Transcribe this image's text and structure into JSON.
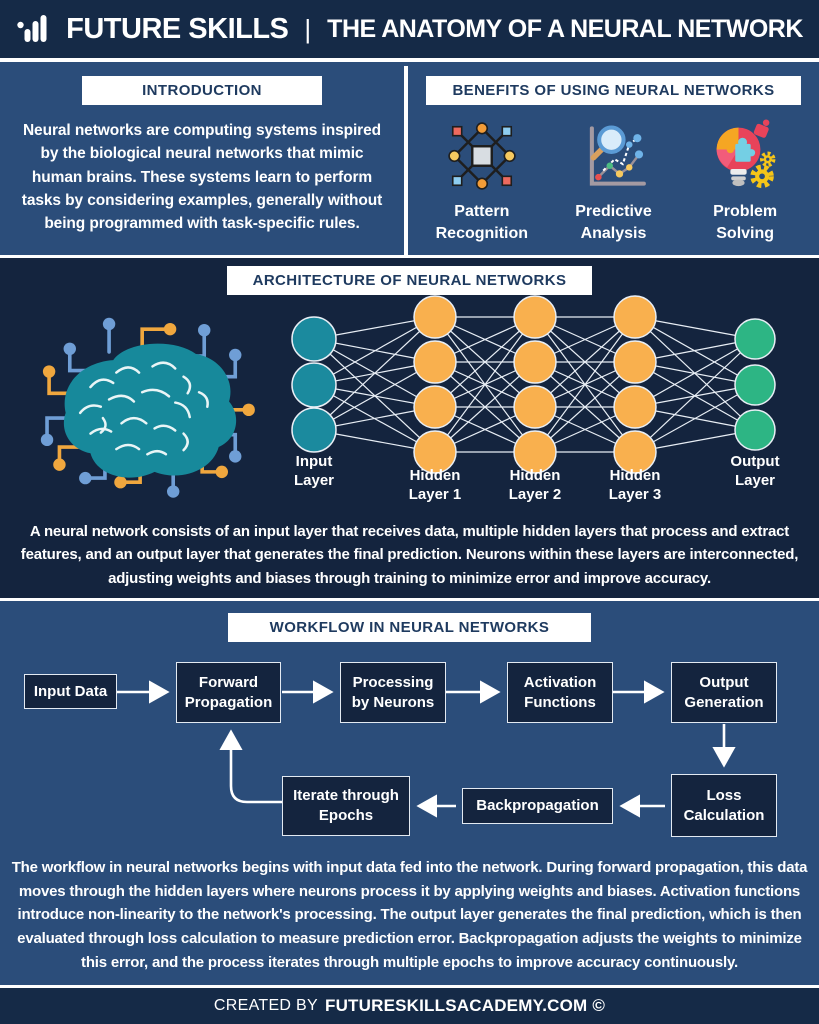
{
  "header": {
    "brand": "FUTURE SKILLS",
    "separator": "|",
    "title": "THE ANATOMY OF A NEURAL NETWORK"
  },
  "intro": {
    "title": "INTRODUCTION",
    "body": "Neural networks are computing systems inspired by the biological neural networks that mimic human brains. These systems learn to perform tasks by considering examples, generally without being programmed with task-specific rules."
  },
  "benefits": {
    "title": "BENEFITS OF USING NEURAL NETWORKS",
    "items": [
      {
        "icon": "pattern-recognition-icon",
        "label1": "Pattern",
        "label2": "Recognition"
      },
      {
        "icon": "predictive-analysis-icon",
        "label1": "Predictive",
        "label2": "Analysis"
      },
      {
        "icon": "problem-solving-icon",
        "label1": "Problem",
        "label2": "Solving"
      }
    ]
  },
  "architecture": {
    "title": "ARCHITECTURE OF NEURAL NETWORKS",
    "diagram": {
      "layers": [
        {
          "name": "Input Layer",
          "label": [
            "Input",
            "Layer"
          ],
          "nodes": 3,
          "color": "#1B8A9E"
        },
        {
          "name": "Hidden Layer 1",
          "label": [
            "Hidden",
            "Layer 1"
          ],
          "nodes": 4,
          "color": "#F9B04E"
        },
        {
          "name": "Hidden Layer 2",
          "label": [
            "Hidden",
            "Layer 2"
          ],
          "nodes": 4,
          "color": "#F9B04E"
        },
        {
          "name": "Hidden Layer 3",
          "label": [
            "Hidden",
            "Layer 3"
          ],
          "nodes": 4,
          "color": "#F9B04E"
        },
        {
          "name": "Output Layer",
          "label": [
            "Output",
            "Layer"
          ],
          "nodes": 3,
          "color": "#2DB584"
        }
      ]
    },
    "body": "A neural network consists of an input layer that receives data, multiple hidden layers that process and extract features, and an output layer that generates the final prediction. Neurons within these layers are interconnected, adjusting weights and biases through training to minimize error and improve accuracy."
  },
  "workflow": {
    "title": "WORKFLOW IN NEURAL NETWORKS",
    "steps": [
      "Input Data",
      "Forward Propagation",
      "Processing by Neurons",
      "Activation Functions",
      "Output Generation",
      "Loss Calculation",
      "Backpropagation",
      "Iterate through Epochs"
    ],
    "body": "The workflow in neural networks begins with input data fed into the network. During forward propagation, this data moves through the hidden layers where neurons process it by applying weights and biases. Activation functions introduce non-linearity to the network's processing. The output layer generates the final prediction, which is then evaluated through loss calculation to measure prediction error. Backpropagation adjusts the weights to minimize this error, and the process iterates through multiple epochs to improve accuracy continuously."
  },
  "footer": {
    "prefix": "CREATED BY",
    "site": "FUTURESKILLSACADEMY.COM ©"
  },
  "colors": {
    "navy": "#152A47",
    "navy_deep": "#14243E",
    "blue_mid": "#2B4D7A",
    "node_input": "#1B8A9E",
    "node_hidden": "#F9B04E",
    "node_output": "#2DB584",
    "circuit_blue": "#6F9ED6",
    "circuit_orange": "#F0A73E",
    "brain_teal": "#17899B"
  }
}
